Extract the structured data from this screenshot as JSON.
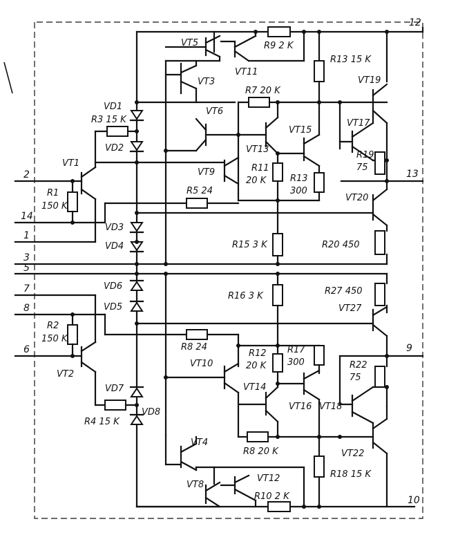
{
  "pins": {
    "p12": "12",
    "p13": "13",
    "p2": "2",
    "p14": "14",
    "p1": "1",
    "p3": "3",
    "p5": "5",
    "p7": "7",
    "p8": "8",
    "p6": "6",
    "p9": "9",
    "p10": "10"
  },
  "transistors": {
    "vt1": "VT1",
    "vt2": "VT2",
    "vt3": "VT3",
    "vt4": "VT4",
    "vt5": "VT5",
    "vt6": "VT6",
    "vt8": "VT8",
    "vt9": "VT9",
    "vt10": "VT10",
    "vt11": "VT11",
    "vt12": "VT12",
    "vt13": "VT13",
    "vt14": "VT14",
    "vt15": "VT15",
    "vt16": "VT16",
    "vt17": "VT17",
    "vt18": "VT18",
    "vt19": "VT19",
    "vt20": "VT20",
    "vt22": "VT22",
    "vt27": "VT27"
  },
  "diodes": {
    "vd1": "VD1",
    "vd2": "VD2",
    "vd3": "VD3",
    "vd4": "VD4",
    "vd5": "VD5",
    "vd6": "VD6",
    "vd7": "VD7",
    "vd8": "VD8"
  },
  "resistors": {
    "r1": "R1",
    "r1v": "150 K",
    "r2": "R2",
    "r2v": "150 K",
    "r3": "R3 15 K",
    "r4": "R4 15 K",
    "r5": "R5 24",
    "r7": "R7 20 K",
    "r8top": "R8 24",
    "r8bot": "R8 20 K",
    "r9": "R9 2 K",
    "r10": "R10 2 K",
    "r11": "R11",
    "r11v": "20 K",
    "r12": "R12",
    "r12v": "20 K",
    "r13a": "R13",
    "r13av": "300",
    "r13b": "R13 15 K",
    "r15": "R15 3 K",
    "r16": "R16 3 K",
    "r17": "R17",
    "r17v": "300",
    "r18": "R18 15 K",
    "r19": "R19",
    "r19v": "75",
    "r20": "R20 450",
    "r22": "R22",
    "r22v": "75",
    "r27": "R27 450"
  }
}
